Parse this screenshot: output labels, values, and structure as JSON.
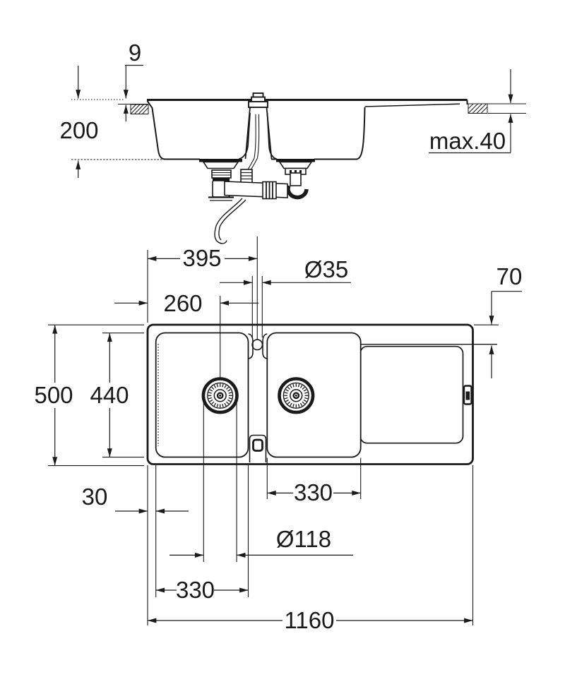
{
  "drawing": {
    "subject": "double-bowl-sink-installation-drawing",
    "colors": {
      "line": "#1a1a1a",
      "background": "#ffffff"
    },
    "dimensions": {
      "side_view": {
        "rim_height": "9",
        "bowl_depth": "200",
        "max_counter_thickness": "max.40"
      },
      "plan_view": {
        "edge_to_faucet": "395",
        "faucet_hole_dia": "Ø35",
        "edge_to_drain": "260",
        "rear_ledge_offset": "70",
        "overall_depth": "500",
        "bowl_inner_depth": "440",
        "edge_to_bowl": "30",
        "middle_bowl_width": "330",
        "drain_dia": "Ø118",
        "left_bowl_width": "330",
        "overall_length": "1160"
      }
    }
  }
}
